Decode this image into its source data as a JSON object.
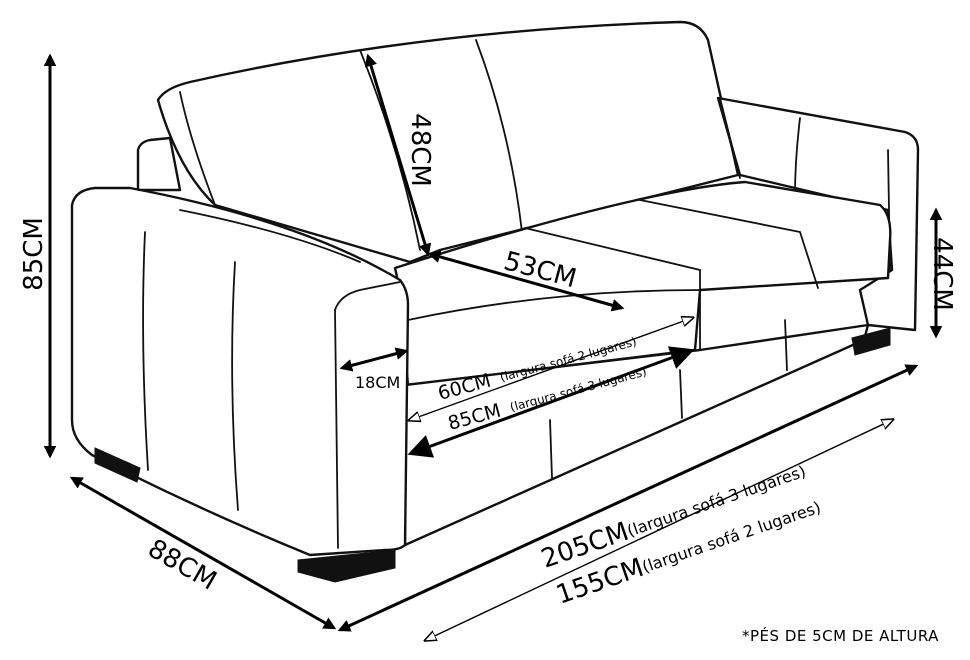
{
  "dimensions": {
    "height_total": "85CM",
    "depth": "88CM",
    "backrest_height": "48CM",
    "seat_depth": "53CM",
    "seat_height": "44CM",
    "arm_width": "18CM",
    "seat_width_2": {
      "value": "60CM",
      "note": "(largura sofá 2 lugares)"
    },
    "seat_width_3": {
      "value": "85CM",
      "note": "(largura sofá 3 lugares)"
    },
    "width_3": {
      "value": "205CM",
      "note": "(largura sofá 3 lugares)"
    },
    "width_2": {
      "value": "155CM",
      "note": "(largura sofá 2 lugares)"
    }
  },
  "footnote": "*PÉS DE 5CM DE ALTURA",
  "colors": {
    "line": "#111111",
    "background": "#ffffff"
  }
}
